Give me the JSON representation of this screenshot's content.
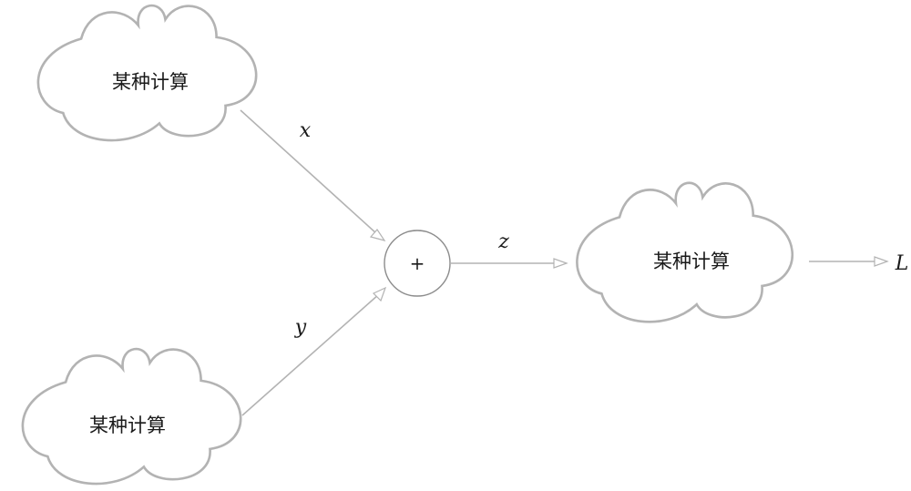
{
  "clouds": {
    "top_left": {
      "label": "某种计算"
    },
    "bottom_left": {
      "label": "某种计算"
    },
    "right": {
      "label": "某种计算"
    }
  },
  "operator": {
    "symbol": "+"
  },
  "edges": {
    "x": {
      "label": "x"
    },
    "y": {
      "label": "y"
    },
    "z": {
      "label": "z"
    },
    "output": {
      "label": "L"
    }
  }
}
